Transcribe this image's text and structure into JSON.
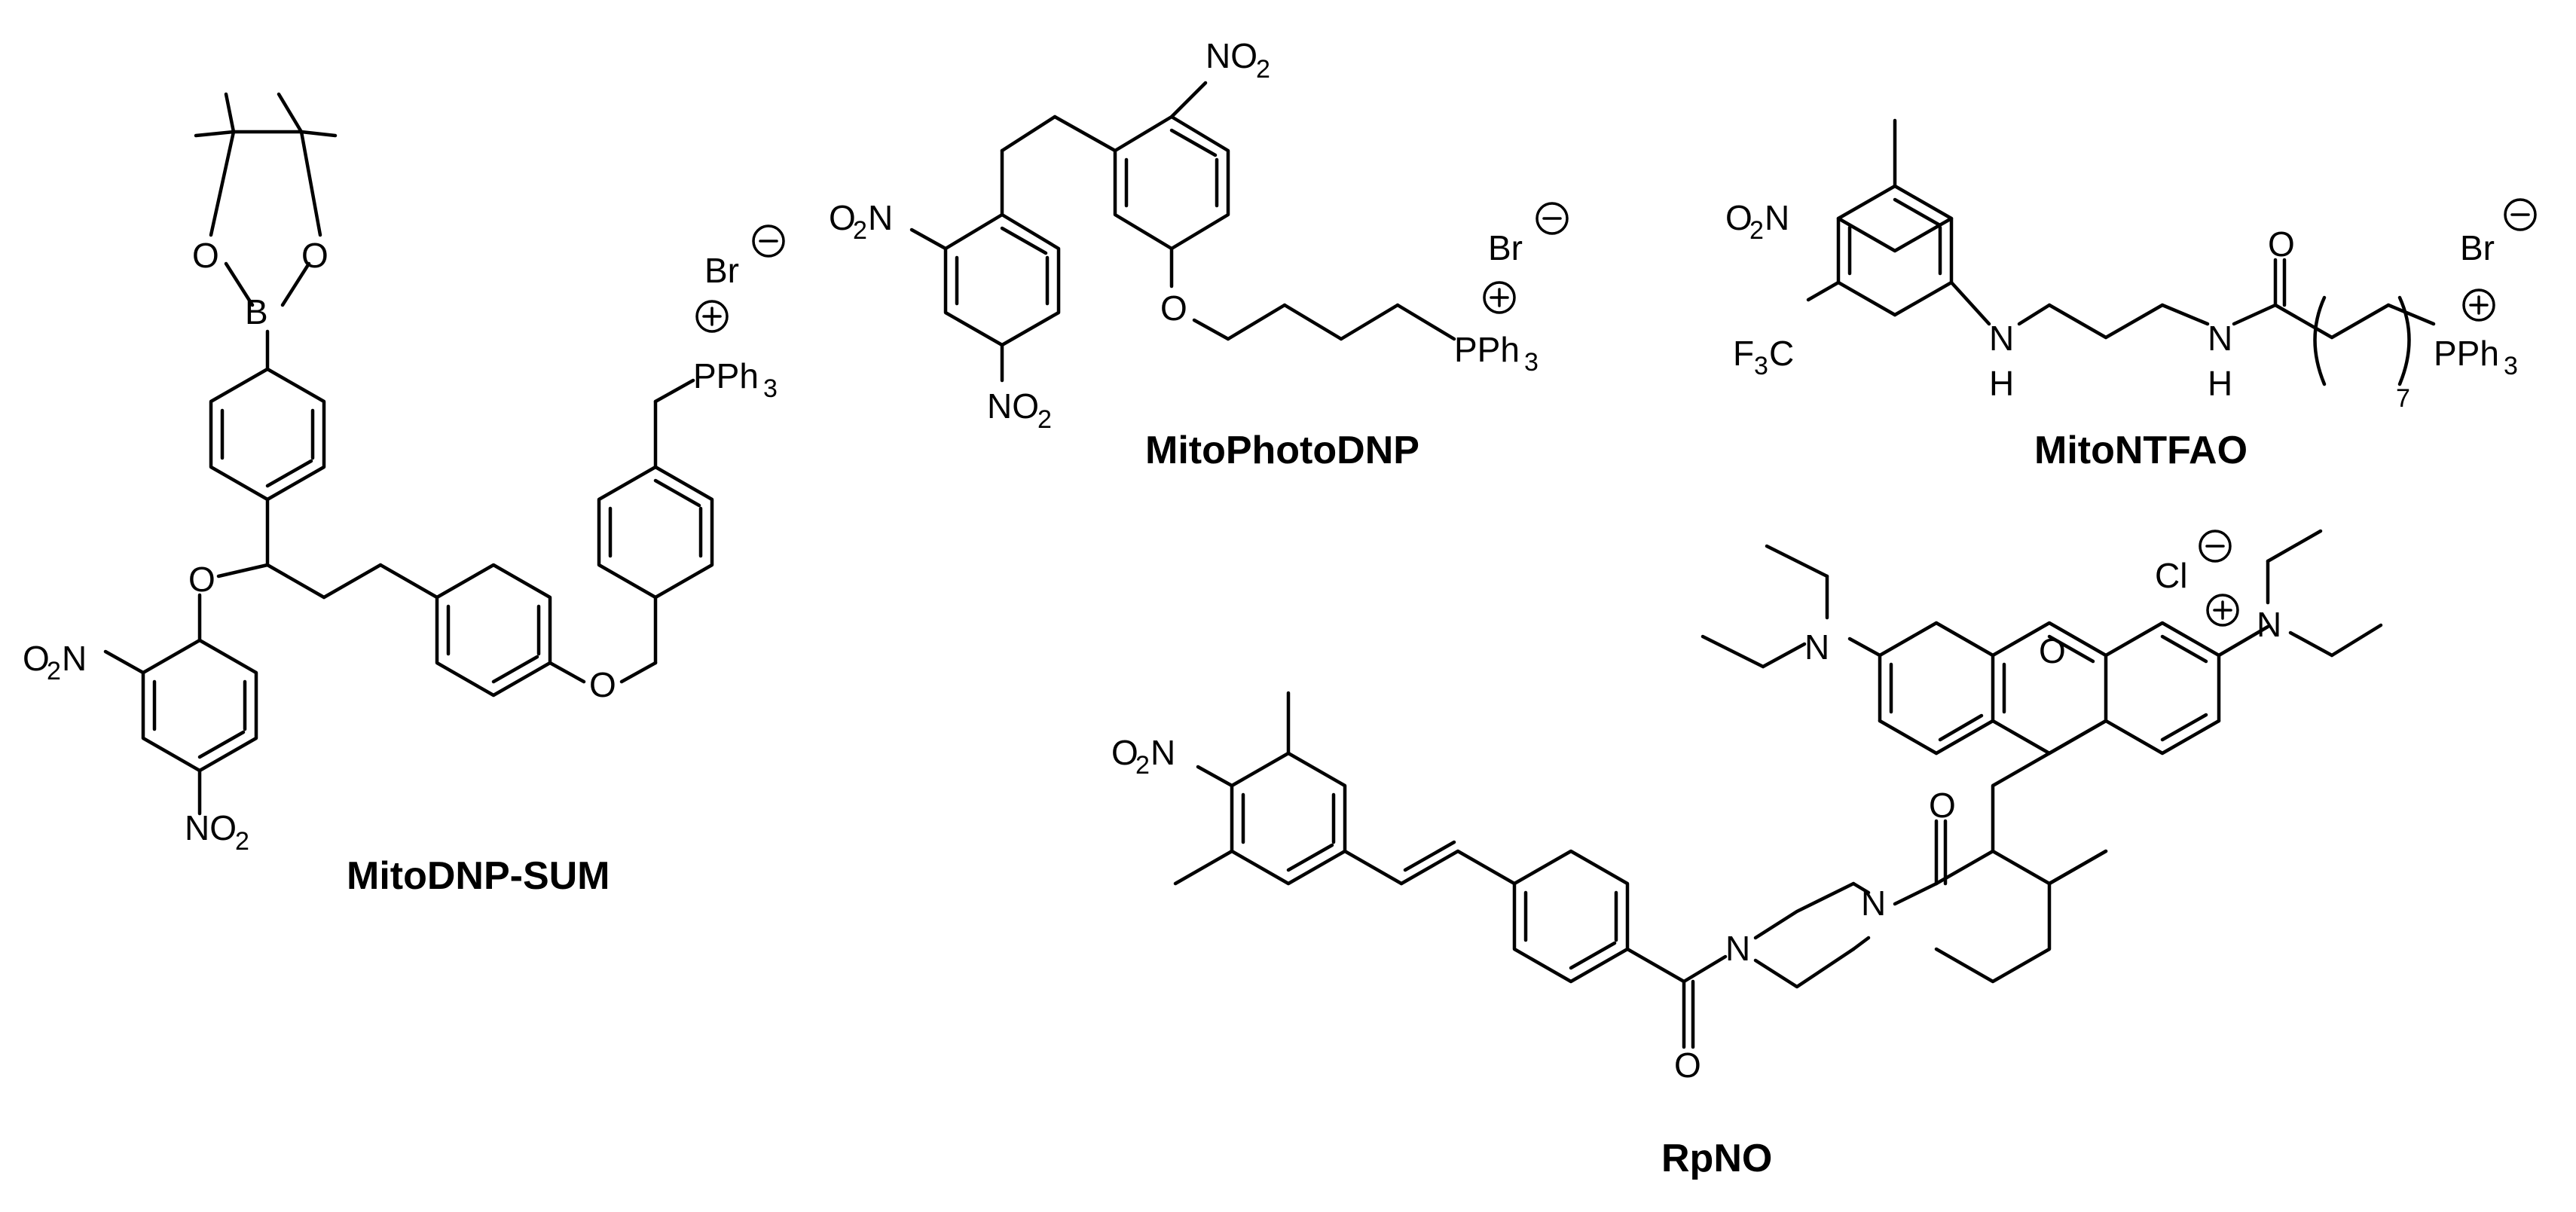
{
  "colors": {
    "ink": "#000000",
    "background": "#ffffff"
  },
  "compounds": [
    {
      "name": "MitoDNP-SUM",
      "labels": {
        "o1": "O",
        "b": "B",
        "o2": "O",
        "o_ether1": "O",
        "no2_left": "O2N",
        "no2_bottom": "NO2",
        "o_ether2": "O",
        "counterion": "Br",
        "cation": "PPh3"
      }
    },
    {
      "name": "MitoPhotoDNP",
      "labels": {
        "no2_top": "NO2",
        "no2_left": "O2N",
        "no2_bottom": "NO2",
        "o_ether": "O",
        "counterion": "Br",
        "cation": "PPh3"
      }
    },
    {
      "name": "MitoNTFAO",
      "labels": {
        "no2": "O2N",
        "cf3": "F3C",
        "nh1": "N",
        "h1": "H",
        "nh2": "N",
        "h2": "H",
        "carbonyl_o": "O",
        "repeat": "7",
        "counterion": "Br",
        "cation": "PPh3"
      }
    },
    {
      "name": "RpNO",
      "labels": {
        "no2": "O2N",
        "n_piperazine_1": "N",
        "n_piperazine_2": "N",
        "o_amide_1": "O",
        "o_amide_2": "O",
        "o_xanthene": "O",
        "n_left": "N",
        "n_right": "N",
        "counterion": "Cl"
      }
    }
  ]
}
